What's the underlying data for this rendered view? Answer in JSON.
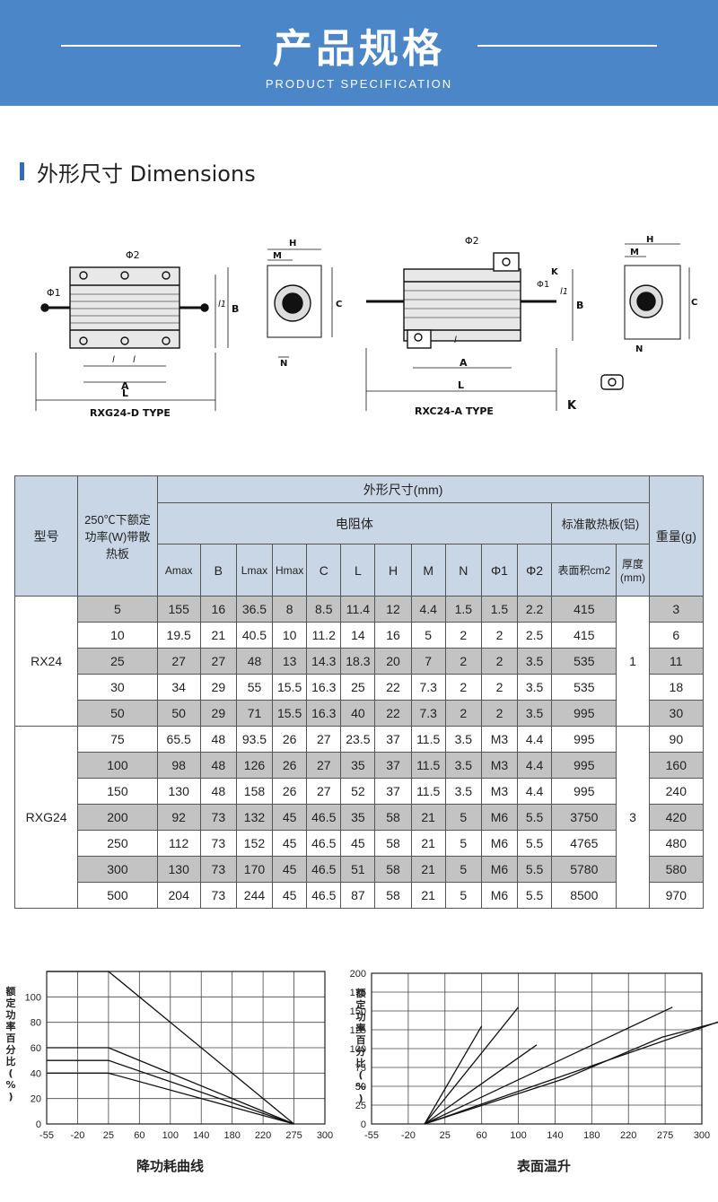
{
  "header": {
    "title": "产品规格",
    "subtitle": "PRODUCT SPECIFICATION",
    "bg_color": "#4a86c8"
  },
  "section": {
    "title": "外形尺寸 Dimensions"
  },
  "drawings": {
    "d_type_label": "RXG24-D TYPE",
    "a_type_label": "RXC24-A TYPE",
    "phi1": "Φ1",
    "phi2": "Φ2",
    "dim_A": "A",
    "dim_B": "B",
    "dim_L": "L",
    "dim_l": "l",
    "dim_l1": "l1",
    "dim_H": "H",
    "dim_M": "M",
    "dim_C": "C",
    "dim_N": "N",
    "dim_K": "K"
  },
  "table": {
    "h_model": "型号",
    "h_power": "250℃下额定功率(W)带散热板",
    "h_dims": "外形尺寸(mm)",
    "h_resistor": "电阻体",
    "h_heatsink": "标准散热板(铝)",
    "h_weight": "重量(g)",
    "h_surface": "表面积cm2",
    "h_thickness": "厚度(mm)",
    "cols": [
      "Amax",
      "B",
      "Lmax",
      "Hmax",
      "C",
      "L",
      "H",
      "M",
      "N",
      "Φ1",
      "Φ2"
    ],
    "groups": [
      {
        "model": "RX24",
        "thickness": "1",
        "rows": [
          {
            "p": "5",
            "v": [
              "155",
              "16",
              "36.5",
              "8",
              "8.5",
              "11.4",
              "12",
              "4.4",
              "1.5",
              "1.5",
              "2.2"
            ],
            "area": "415",
            "w": "3"
          },
          {
            "p": "10",
            "v": [
              "19.5",
              "21",
              "40.5",
              "10",
              "11.2",
              "14",
              "16",
              "5",
              "2",
              "2",
              "2.5"
            ],
            "area": "415",
            "w": "6"
          },
          {
            "p": "25",
            "v": [
              "27",
              "27",
              "48",
              "13",
              "14.3",
              "18.3",
              "20",
              "7",
              "2",
              "2",
              "3.5"
            ],
            "area": "535",
            "w": "11"
          },
          {
            "p": "30",
            "v": [
              "34",
              "29",
              "55",
              "15.5",
              "16.3",
              "25",
              "22",
              "7.3",
              "2",
              "2",
              "3.5"
            ],
            "area": "535",
            "w": "18"
          },
          {
            "p": "50",
            "v": [
              "50",
              "29",
              "71",
              "15.5",
              "16.3",
              "40",
              "22",
              "7.3",
              "2",
              "2",
              "3.5"
            ],
            "area": "995",
            "w": "30"
          }
        ]
      },
      {
        "model": "RXG24",
        "thickness": "3",
        "rows": [
          {
            "p": "75",
            "v": [
              "65.5",
              "48",
              "93.5",
              "26",
              "27",
              "23.5",
              "37",
              "11.5",
              "3.5",
              "M3",
              "4.4"
            ],
            "area": "995",
            "w": "90"
          },
          {
            "p": "100",
            "v": [
              "98",
              "48",
              "126",
              "26",
              "27",
              "35",
              "37",
              "11.5",
              "3.5",
              "M3",
              "4.4"
            ],
            "area": "995",
            "w": "160"
          },
          {
            "p": "150",
            "v": [
              "130",
              "48",
              "158",
              "26",
              "27",
              "52",
              "37",
              "11.5",
              "3.5",
              "M3",
              "4.4"
            ],
            "area": "995",
            "w": "240"
          },
          {
            "p": "200",
            "v": [
              "92",
              "73",
              "132",
              "45",
              "46.5",
              "35",
              "58",
              "21",
              "5",
              "M6",
              "5.5"
            ],
            "area": "3750",
            "w": "420"
          },
          {
            "p": "250",
            "v": [
              "112",
              "73",
              "152",
              "45",
              "46.5",
              "45",
              "58",
              "21",
              "5",
              "M6",
              "5.5"
            ],
            "area": "4765",
            "w": "480"
          },
          {
            "p": "300",
            "v": [
              "130",
              "73",
              "170",
              "45",
              "46.5",
              "51",
              "58",
              "21",
              "5",
              "M6",
              "5.5"
            ],
            "area": "5780",
            "w": "580"
          },
          {
            "p": "500",
            "v": [
              "204",
              "73",
              "244",
              "45",
              "46.5",
              "87",
              "58",
              "21",
              "5",
              "M6",
              "5.5"
            ],
            "area": "8500",
            "w": "970"
          }
        ]
      }
    ]
  },
  "chart_data": [
    {
      "type": "line",
      "title": "降功耗曲线",
      "ylabel": "额定功率百分比(%)",
      "xlabel": "",
      "x_ticks": [
        "-55",
        "-20",
        "25",
        "60",
        "100",
        "140",
        "180",
        "220",
        "275",
        "300"
      ],
      "y_ticks": [
        "0",
        "20",
        "40",
        "60",
        "80",
        "100"
      ],
      "grid": true,
      "xlim": [
        -55,
        300
      ],
      "ylim": [
        0,
        120
      ],
      "series": [
        {
          "x": [
            -55,
            25,
            275
          ],
          "y": [
            120,
            120,
            0
          ]
        },
        {
          "x": [
            -55,
            25,
            275
          ],
          "y": [
            60,
            60,
            0
          ]
        },
        {
          "x": [
            -55,
            25,
            275
          ],
          "y": [
            50,
            50,
            0
          ]
        },
        {
          "x": [
            -55,
            25,
            275
          ],
          "y": [
            40,
            40,
            0
          ]
        }
      ]
    },
    {
      "type": "line",
      "title": "表面温升",
      "ylabel": "额定功率百分比(%)",
      "xlabel": "",
      "x_ticks": [
        "-55",
        "-20",
        "25",
        "60",
        "100",
        "140",
        "180",
        "220",
        "275",
        "300"
      ],
      "y_ticks": [
        "0",
        "25",
        "50",
        "75",
        "100",
        "125",
        "150",
        "175",
        "200"
      ],
      "grid": true,
      "xlim": [
        -55,
        300
      ],
      "ylim": [
        0,
        200
      ],
      "series": [
        {
          "x": [
            0,
            60
          ],
          "y": [
            0,
            130
          ]
        },
        {
          "x": [
            0,
            100
          ],
          "y": [
            0,
            155
          ]
        },
        {
          "x": [
            0,
            120
          ],
          "y": [
            0,
            105
          ]
        },
        {
          "x": [
            0,
            280
          ],
          "y": [
            0,
            155
          ]
        },
        {
          "x": [
            0,
            340
          ],
          "y": [
            0,
            155
          ]
        },
        {
          "x": [
            0,
            150,
            270,
            340,
            400
          ],
          "y": [
            0,
            60,
            115,
            150,
            175
          ]
        }
      ]
    }
  ]
}
